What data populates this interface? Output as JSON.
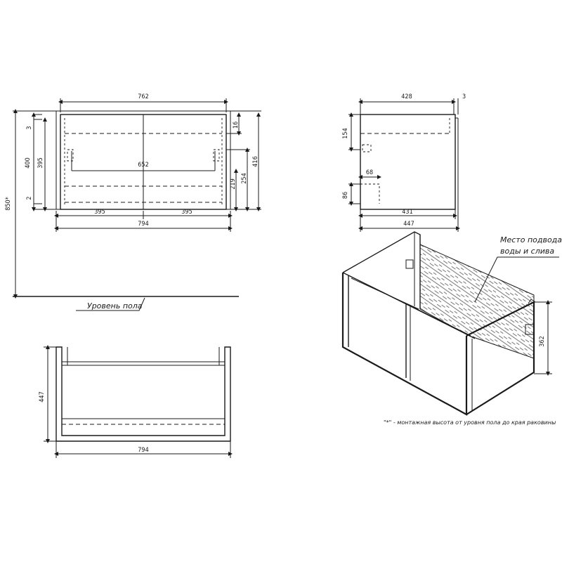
{
  "front_view": {
    "width_top": "762",
    "inner_width": "652",
    "left_half": "395",
    "right_half": "395",
    "total_width": "794",
    "height_400": "400",
    "height_395": "395",
    "dim_3": "3",
    "dim_2": "2",
    "dim_16": "16",
    "dim_219": "219",
    "dim_254": "254",
    "dim_416": "416",
    "install_height": "850*"
  },
  "floor_label": "Уровень пола",
  "side_view": {
    "depth_428": "428",
    "dim_3": "3",
    "depth_431": "431",
    "depth_447": "447",
    "dim_154": "154",
    "dim_68": "68",
    "dim_86": "86"
  },
  "top_view": {
    "depth_447": "447",
    "width_794": "794"
  },
  "iso_view": {
    "label_line1": "Место подвода",
    "label_line2": "воды и слива",
    "dim_362": "362"
  },
  "footnote": "\"*\" - монтажная высота от уровня пола до края раковины"
}
